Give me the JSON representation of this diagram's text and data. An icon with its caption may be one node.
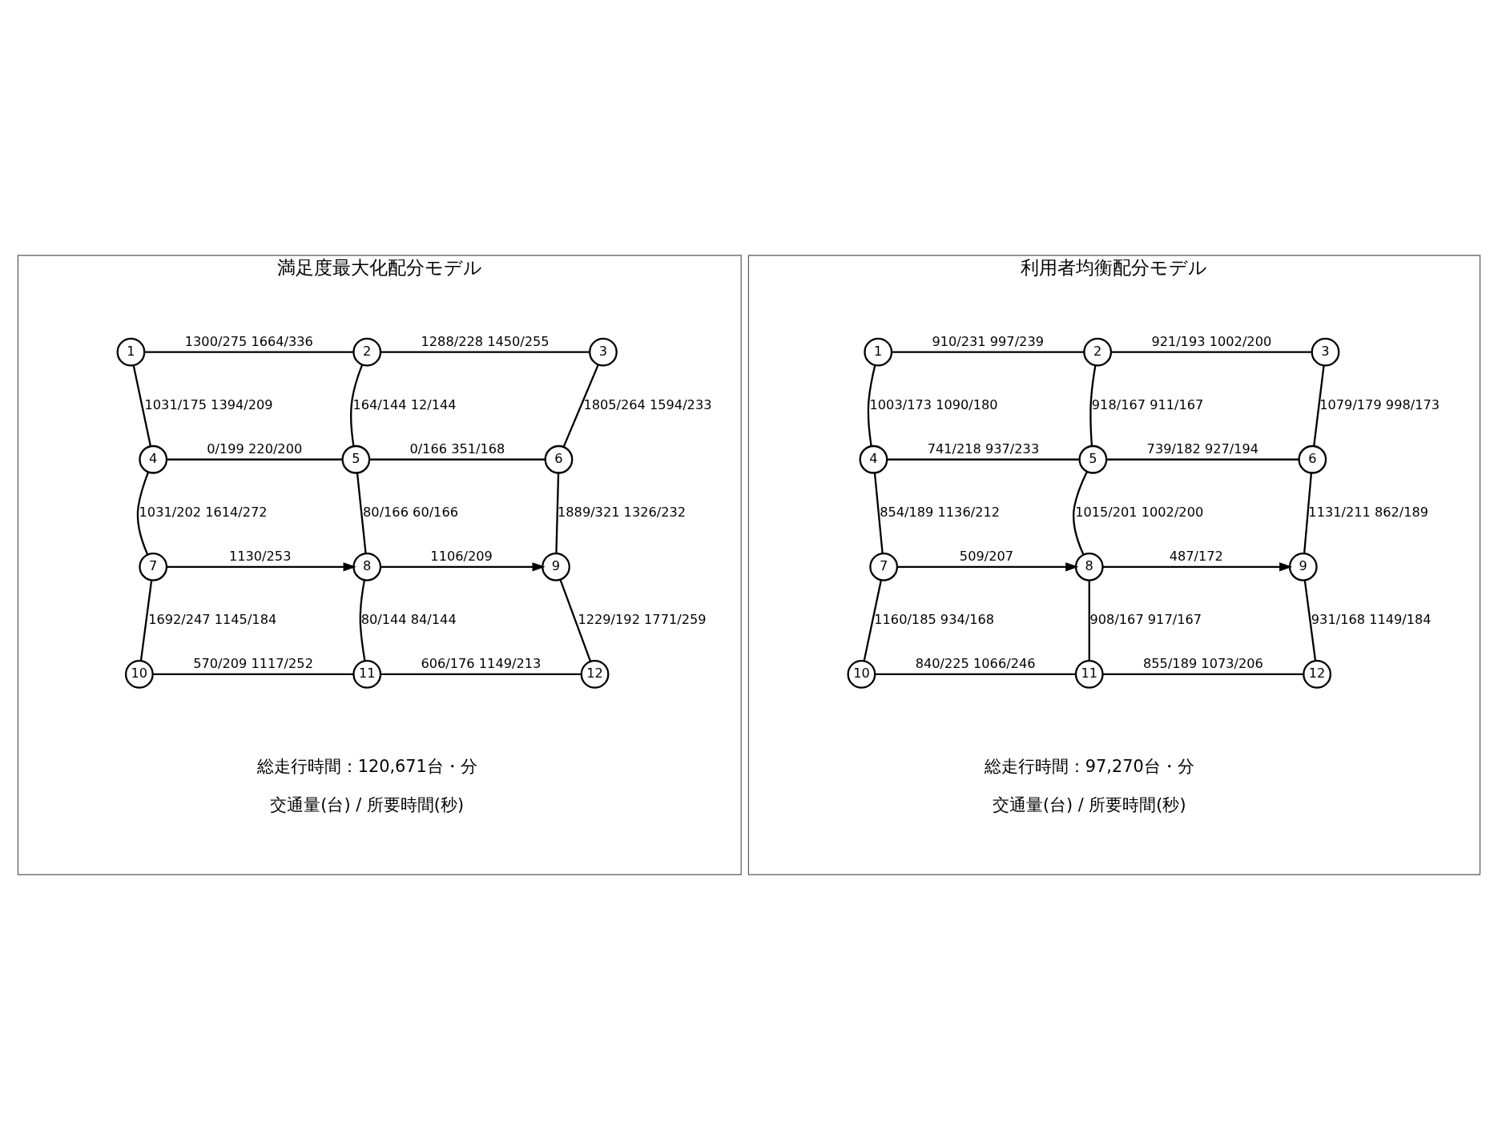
{
  "diagram": {
    "nodes": [
      {
        "text": [
          "満足度最大化配分モデル",
          "総走行時間：120,671台・分",
          "交通量(台) / 所要時間(秒)"
        ]
      },
      {
        "text": [
          "1"
        ],
        "in": 0
      },
      {
        "text": [
          "2"
        ],
        "in": 0
      },
      {
        "text": [
          "3"
        ],
        "in": 0
      },
      {
        "text": [
          "4"
        ],
        "in": 0
      },
      {
        "text": [
          "5"
        ],
        "in": 0
      },
      {
        "text": [
          "6"
        ],
        "in": 0
      },
      {
        "text": [
          "7"
        ],
        "in": 0
      },
      {
        "text": [
          "8"
        ],
        "in": 0
      },
      {
        "text": [
          "9"
        ],
        "in": 0
      },
      {
        "text": [
          "10"
        ],
        "in": 0
      },
      {
        "text": [
          "11"
        ],
        "in": 0
      },
      {
        "text": [
          "12"
        ],
        "in": 0
      },
      {
        "text": [
          "利用者均衡配分モデル",
          "総走行時間：97,270台・分",
          "交通量(台) / 所要時間(秒)"
        ]
      },
      {
        "text": [
          "1"
        ],
        "in": 13
      },
      {
        "text": [
          "2"
        ],
        "in": 13
      },
      {
        "text": [
          "3"
        ],
        "in": 13
      },
      {
        "text": [
          "4"
        ],
        "in": 13
      },
      {
        "text": [
          "5"
        ],
        "in": 13
      },
      {
        "text": [
          "6"
        ],
        "in": 13
      },
      {
        "text": [
          "7"
        ],
        "in": 13
      },
      {
        "text": [
          "8"
        ],
        "in": 13
      },
      {
        "text": [
          "9"
        ],
        "in": 13
      },
      {
        "text": [
          "10"
        ],
        "in": 13
      },
      {
        "text": [
          "11"
        ],
        "in": 13
      },
      {
        "text": [
          "12"
        ],
        "in": 13
      }
    ],
    "edges": [
      {
        "from": 1,
        "to": 2,
        "arrow": "none",
        "label": "1300/275 1664/336"
      },
      {
        "from": 2,
        "to": 3,
        "arrow": "none",
        "label": "1288/228 1450/255"
      },
      {
        "from": 1,
        "to": 4,
        "arrow": "none",
        "label": "1031/175 1394/209"
      },
      {
        "from": 2,
        "to": 5,
        "arrow": "none",
        "label": "164/144 12/144"
      },
      {
        "from": 3,
        "to": 6,
        "arrow": "none",
        "label": "1805/264 1594/233"
      },
      {
        "from": 4,
        "to": 5,
        "arrow": "none",
        "label": "0/199 220/200"
      },
      {
        "from": 5,
        "to": 6,
        "arrow": "none",
        "label": "0/166 351/168"
      },
      {
        "from": 4,
        "to": 7,
        "arrow": "none",
        "label": "1031/202 1614/272"
      },
      {
        "from": 5,
        "to": 8,
        "arrow": "none",
        "label": "80/166 60/166"
      },
      {
        "from": 6,
        "to": 9,
        "arrow": "none",
        "label": "1889/321 1326/232"
      },
      {
        "from": 7,
        "to": 8,
        "arrow": "to",
        "label": "1130/253"
      },
      {
        "from": 8,
        "to": 9,
        "arrow": "to",
        "label": "1106/209"
      },
      {
        "from": 7,
        "to": 10,
        "arrow": "none",
        "label": "1692/247 1145/184"
      },
      {
        "from": 8,
        "to": 11,
        "arrow": "none",
        "label": "80/144 84/144"
      },
      {
        "from": 9,
        "to": 12,
        "arrow": "none",
        "label": "1229/192 1771/259"
      },
      {
        "from": 10,
        "to": 11,
        "arrow": "none",
        "label": "570/209 1117/252"
      },
      {
        "from": 11,
        "to": 12,
        "arrow": "none",
        "label": "606/176 1149/213"
      },
      {
        "from": 14,
        "to": 15,
        "arrow": "none",
        "label": "910/231 997/239"
      },
      {
        "from": 15,
        "to": 16,
        "arrow": "none",
        "label": "921/193 1002/200"
      },
      {
        "from": 14,
        "to": 17,
        "arrow": "none",
        "label": "1003/173 1090/180"
      },
      {
        "from": 15,
        "to": 18,
        "arrow": "none",
        "label": "918/167 911/167"
      },
      {
        "from": 16,
        "to": 19,
        "arrow": "none",
        "label": "1079/179 998/173"
      },
      {
        "from": 17,
        "to": 18,
        "arrow": "none",
        "label": "741/218 937/233"
      },
      {
        "from": 18,
        "to": 19,
        "arrow": "none",
        "label": "739/182 927/194"
      },
      {
        "from": 17,
        "to": 20,
        "arrow": "none",
        "label": "854/189 1136/212"
      },
      {
        "from": 18,
        "to": 21,
        "arrow": "none",
        "label": "1015/201 1002/200"
      },
      {
        "from": 19,
        "to": 22,
        "arrow": "none",
        "label": "1131/211 862/189"
      },
      {
        "from": 20,
        "to": 21,
        "arrow": "to",
        "label": "509/207"
      },
      {
        "from": 21,
        "to": 22,
        "arrow": "to",
        "label": "487/172"
      },
      {
        "from": 20,
        "to": 23,
        "arrow": "none",
        "label": "1160/185 934/168"
      },
      {
        "from": 21,
        "to": 24,
        "arrow": "none",
        "label": "908/167 917/167"
      },
      {
        "from": 22,
        "to": 25,
        "arrow": "none",
        "label": "931/168 1149/184"
      },
      {
        "from": 23,
        "to": 24,
        "arrow": "none",
        "label": "840/225 1066/246"
      },
      {
        "from": 24,
        "to": 25,
        "arrow": "none",
        "label": "855/189 1073/206"
      }
    ]
  }
}
